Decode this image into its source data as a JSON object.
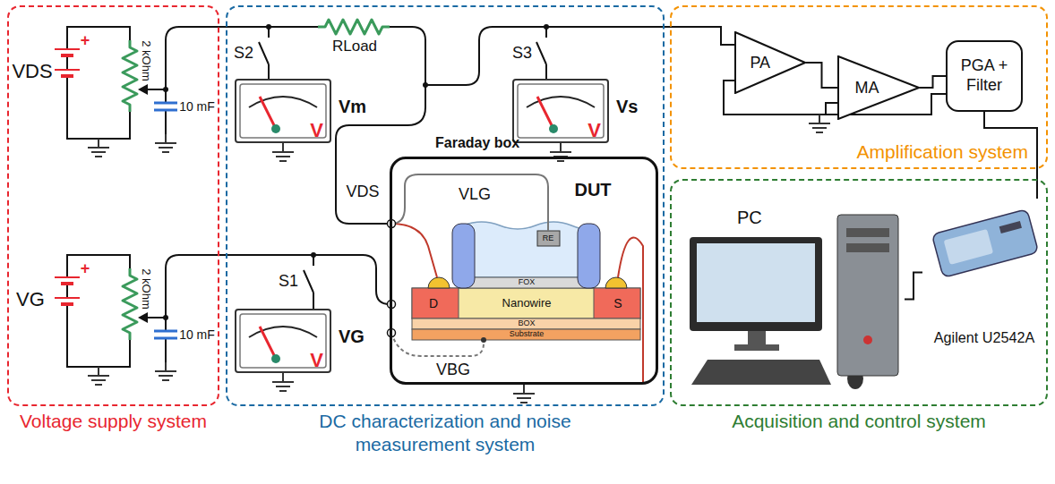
{
  "diagram": {
    "nodes": [
      {
        "text": [
          "Voltage supply system"
        ]
      },
      {
        "text": [
          "DC characterization and noise measurement system"
        ]
      },
      {
        "text": [
          "V",
          "Vm"
        ],
        "in": 1
      },
      {
        "text": [
          "V",
          "Vs"
        ],
        "in": 1
      },
      {
        "text": [
          "Faraday box"
        ],
        "in": 1
      },
      {
        "text": [
          "V",
          "VG"
        ],
        "in": 1
      },
      {
        "text": [
          "Amplification system"
        ]
      },
      {
        "text": [
          "PA"
        ],
        "in": 6
      },
      {
        "text": [
          "MA"
        ],
        "in": 6
      },
      {
        "text": [
          "PGA + Filter"
        ],
        "in": 6
      },
      {
        "text": [
          "Acquisition and control system"
        ]
      },
      {
        "text": [
          "PC"
        ],
        "in": 10
      },
      {
        "text": [
          "Agilent U2542A"
        ],
        "in": 10
      }
    ],
    "edges": [
      {
        "from": 7,
        "to": 8,
        "arrow": "none"
      },
      {
        "from": 8,
        "to": 9,
        "arrow": "none"
      },
      {
        "from": 9,
        "to": 12,
        "arrow": "none"
      },
      {
        "from": 12,
        "to": 11,
        "arrow": "none"
      }
    ],
    "labels": [
      "VDS",
      "+",
      "2 kOhm",
      "10 mF",
      "VG",
      "+",
      "2 kOhm",
      "10 mF",
      "S2",
      "RLoad",
      "S3",
      "S1",
      "VDS",
      "VLG",
      "DUT",
      "RE",
      "FOX",
      "D",
      "Nanowire",
      "S",
      "BOX",
      "Substrate",
      "VBG"
    ]
  }
}
